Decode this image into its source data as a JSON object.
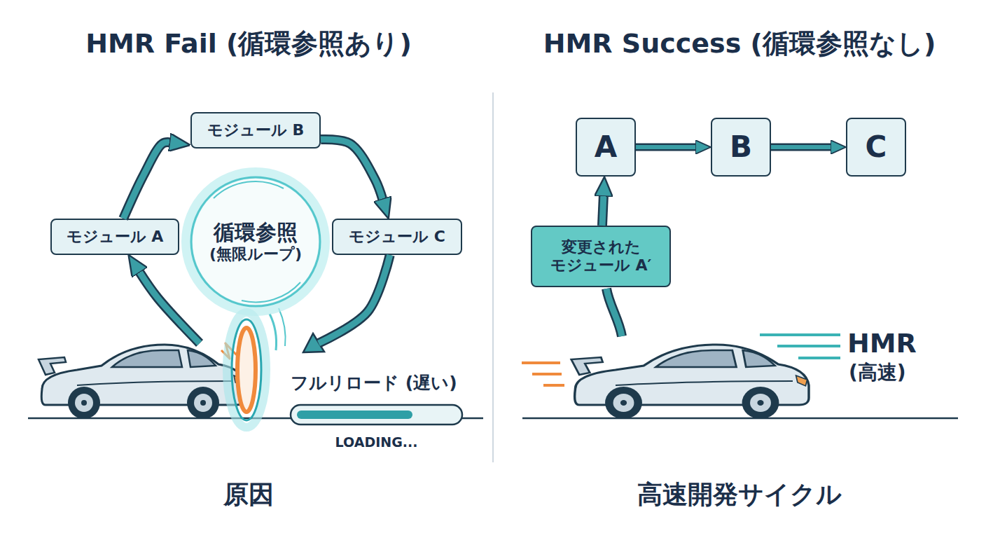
{
  "diagram": {
    "nodes": [
      {
        "text": [
          "モジュール A"
        ]
      },
      {
        "text": [
          "モジュール B"
        ]
      },
      {
        "text": [
          "モジュール C"
        ]
      },
      {
        "text": [
          "循環参照",
          "(無限ループ)"
        ]
      },
      {
        "text": [
          "A"
        ]
      },
      {
        "text": [
          "B"
        ]
      },
      {
        "text": [
          "C"
        ]
      },
      {
        "text": [
          "変更された モジュール A′"
        ]
      }
    ],
    "edges": [
      {
        "from": 0,
        "to": 1,
        "arrow": "to"
      },
      {
        "from": 1,
        "to": 2,
        "arrow": "to"
      },
      {
        "from": 2,
        "to": 0,
        "arrow": "to"
      },
      {
        "from": 4,
        "to": 5,
        "arrow": "to"
      },
      {
        "from": 5,
        "to": 6,
        "arrow": "to"
      },
      {
        "from": 7,
        "to": 4,
        "arrow": "to"
      }
    ],
    "labels": [
      "HMR Fail (循環参照あり)",
      "HMR Success (循環参照なし)",
      "フルリロード (遅い)",
      "LOADING...",
      "原因",
      "HMR",
      "(高速)",
      "高速開発サイクル"
    ]
  }
}
